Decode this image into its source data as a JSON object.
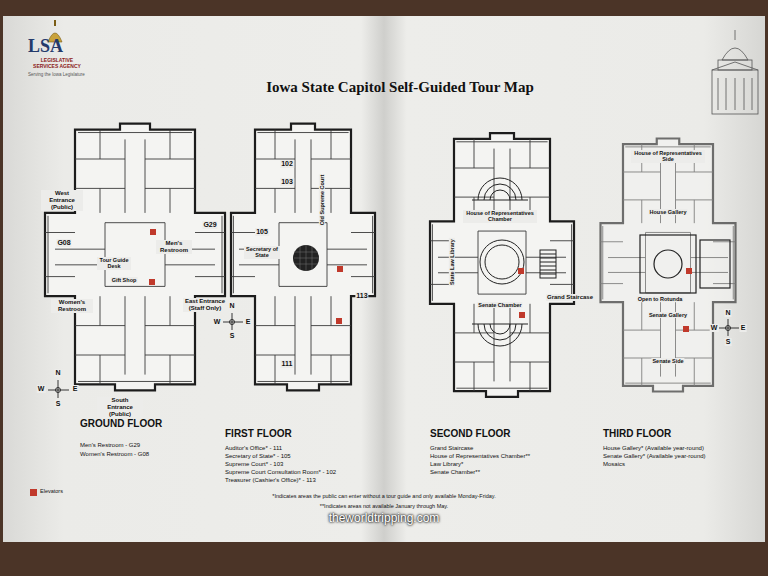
{
  "diagram": {
    "title": "Iowa State Capitol Self-Guided Tour Map",
    "labels": [
      "LSA",
      "LEGISLATIVE SERVICES AGENCY",
      "Serving the Iowa Legislature",
      "West Entrance (Public)",
      "G29",
      "G08",
      "Men's Restroom",
      "Tour Guide Desk",
      "Gift Shop",
      "Women's Restroom",
      "East Entrance (Staff Only)",
      "South Entrance (Public)",
      "N",
      "W",
      "E",
      "S",
      "102",
      "103",
      "105",
      "Secretary of State",
      "Old Supreme Court",
      "113",
      "111",
      "N",
      "W",
      "E",
      "S",
      "House of Representatives Chamber",
      "State Law Library",
      "Senate Chamber",
      "Grand Staircase",
      "House of Representatives Side",
      "House Gallery",
      "Open to Rotunda",
      "Senate Gallery",
      "Senate Side",
      "N",
      "W",
      "E",
      "S",
      "GROUND FLOOR",
      "Men's Restroom - G29",
      "Women's Restroom - G08",
      "FIRST FLOOR",
      "Auditor's Office* - 111",
      "Secretary of State* - 105",
      "Supreme Court* - 103",
      "Supreme Court Consultation Room* - 102",
      "Treasurer (Cashier's Office)* - 113",
      "SECOND FLOOR",
      "Grand Staircase",
      "House of Representatives Chamber**",
      "Law Library*",
      "Senate Chamber**",
      "THIRD FLOOR",
      "House Gallery* (Available year-round)",
      "Senate Gallery* (Available year-round)",
      "Mosaics",
      "*Indicates areas the public can enter without a tour guide and only available Monday-Friday.",
      "**Indicates areas not available January through May.",
      "theworldtripping.com"
    ],
    "legend": [
      {
        "text": "Elevators",
        "color": "#c0392b"
      }
    ]
  }
}
